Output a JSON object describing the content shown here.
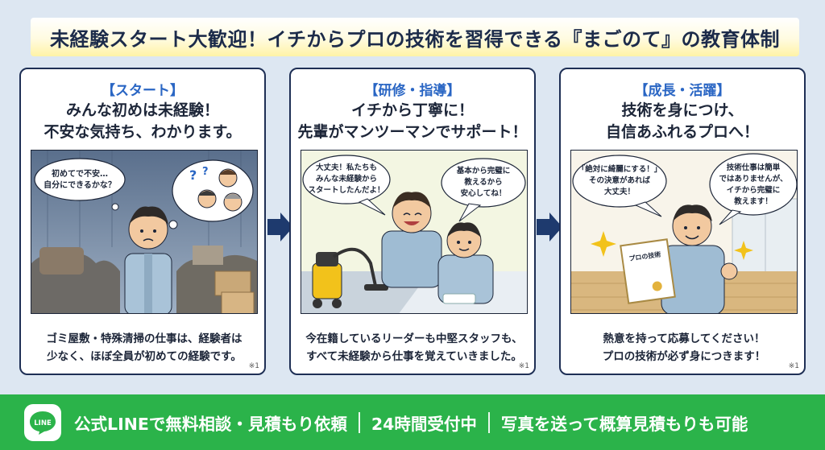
{
  "title": "未経験スタート大歓迎！イチからプロの技術を習得できる『まごのて』の教育体制",
  "panels": [
    {
      "tag": "【スタート】",
      "heading_line1": "みんな初めは未経験！",
      "heading_line2": "不安な気持ち、わかります。",
      "bubble_line1": "初めてで不安…",
      "bubble_line2": "自分にできるかな？",
      "caption_line1": "ゴミ屋敷・特殊清掃の仕事は、経験者は",
      "caption_line2": "少なく、ほぼ全員が初めての経験です。",
      "note": "※1"
    },
    {
      "tag": "【研修・指導】",
      "heading_line1": "イチから丁寧に！",
      "heading_line2": "先輩がマンツーマンでサポート！",
      "bubble_left_line1": "大丈夫！私たちも",
      "bubble_left_line2": "みんな未経験から",
      "bubble_left_line3": "スタートしたんだよ！",
      "bubble_right_line1": "基本から完璧に",
      "bubble_right_line2": "教えるから",
      "bubble_right_line3": "安心してね！",
      "caption_line1": "今在籍しているリーダーも中堅スタッフも、",
      "caption_line2": "すべて未経験から仕事を覚えていきました。",
      "note": "※1"
    },
    {
      "tag": "【成長・活躍】",
      "heading_line1": "技術を身につけ、",
      "heading_line2": "自信あふれるプロへ！",
      "bubble_left_line1": "「絶対に綺麗にする！」",
      "bubble_left_line2": "その決意があれば",
      "bubble_left_line3": "大丈夫！",
      "bubble_right_line1": "技術仕事は簡単",
      "bubble_right_line2": "ではありませんが、",
      "bubble_right_line3": "イチから完璧に",
      "bubble_right_line4": "教えます！",
      "certificate": "プロの技術",
      "caption_line1": "熱意を持って応募してください！",
      "caption_line2": "プロの技術が必ず身につきます！",
      "note": "※1"
    }
  ],
  "footer": {
    "line_logo": "LINE",
    "item1": "公式LINEで無料相談・見積もり依頼",
    "item2": "24時間受付中",
    "item3": "写真を送って概算見積もりも可能"
  },
  "colors": {
    "background": "#dde7f2",
    "tag_blue": "#2a66c4",
    "navy": "#1e2f55",
    "footer_green": "#2bb34a",
    "title_yellow": "#fff3a6"
  },
  "icons": [
    "line-logo-icon",
    "arrow-right-icon",
    "sparkle-icon",
    "question-mark-icon"
  ]
}
